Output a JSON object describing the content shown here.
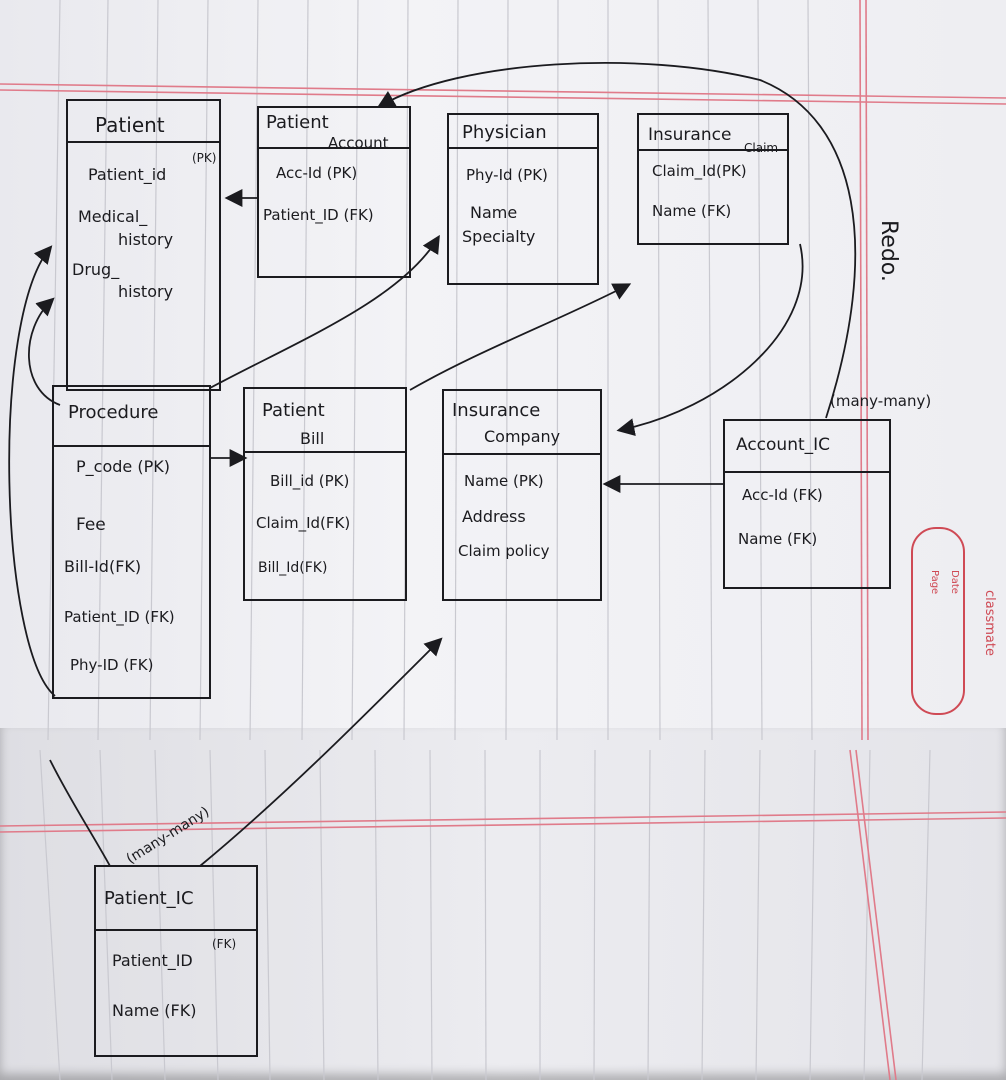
{
  "note": {
    "redo": "Redo.",
    "many_many_right": "(many-many)",
    "many_many_left": "(many-many)"
  },
  "stamp": {
    "brand": "classmate",
    "date_label": "Date",
    "page_label": "Page"
  },
  "colors": {
    "ink": "#1b1b1f",
    "ruling": "#d9a3ab",
    "margin": "#e07b8a",
    "brand": "#cf4a55"
  },
  "entities": {
    "patient": {
      "title": "Patient",
      "fields": [
        "Patient_id",
        "Medical_",
        "history",
        "Drug_",
        "history"
      ],
      "pk": "(PK)"
    },
    "patient_account": {
      "title": "Patient",
      "title2": "Account",
      "fields": [
        "Acc-Id (PK)",
        "Patient_ID (FK)"
      ]
    },
    "physician": {
      "title": "Physician",
      "fields": [
        "Phy-Id (PK)",
        "Name",
        "Specialty"
      ]
    },
    "insurance_claim": {
      "title": "Insurance",
      "title2": "Claim",
      "fields": [
        "Claim_Id(PK)",
        "Name (FK)"
      ]
    },
    "procedure": {
      "title": "Procedure",
      "fields": [
        "P_code (PK)",
        "Fee",
        "Bill-Id(FK)",
        "Patient_ID (FK)",
        "Phy-ID (FK)"
      ]
    },
    "patient_bill": {
      "title": "Patient",
      "title2": "Bill",
      "fields": [
        "Bill_id (PK)",
        "Claim_Id(FK)",
        "Bill_Id(FK)"
      ]
    },
    "insurance_company": {
      "title": "Insurance",
      "title2": "Company",
      "fields": [
        "Name (PK)",
        "Address",
        "Claim policy"
      ]
    },
    "account_ic": {
      "title": "Account_IC",
      "fields": [
        "Acc-Id (FK)",
        "Name (FK)"
      ]
    },
    "patient_ic": {
      "title": "Patient_IC",
      "fields": [
        "Patient_ID",
        "Name (FK)"
      ],
      "fk": "(FK)"
    }
  }
}
